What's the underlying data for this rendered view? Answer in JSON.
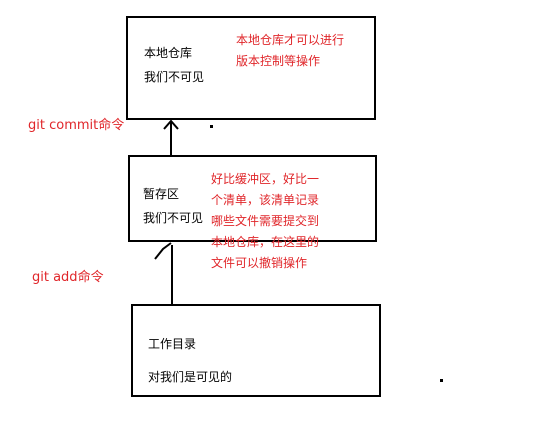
{
  "boxes": {
    "local_repo": {
      "title": "本地仓库",
      "subtitle": "我们不可见",
      "note_lines": [
        "本地仓库才可以进行",
        "版本控制等操作"
      ]
    },
    "staging": {
      "title": "暂存区",
      "subtitle": "我们不可见",
      "note_lines": [
        "好比缓冲区，好比一",
        "个清单，该清单记录",
        "哪些文件需要提交到",
        "本地仓库，在这里的",
        "文件可以撤销操作"
      ]
    },
    "working_dir": {
      "title": "工作目录",
      "subtitle": "对我们是可见的"
    }
  },
  "commands": {
    "commit": "git commit命令",
    "add": "git add命令"
  },
  "colors": {
    "annotation": "#e0262a",
    "line": "#000000"
  }
}
